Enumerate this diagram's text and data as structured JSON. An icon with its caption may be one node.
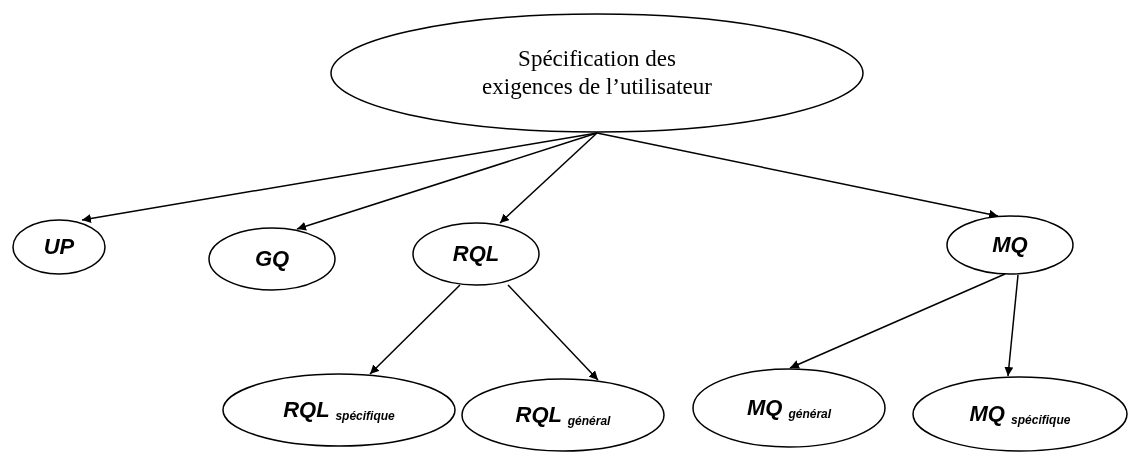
{
  "diagram": {
    "nodes": [
      {
        "text": [
          "Spécification des exigences de l’utilisateur"
        ]
      },
      {
        "text": [
          "UP"
        ]
      },
      {
        "text": [
          "GQ"
        ]
      },
      {
        "text": [
          "RQL"
        ]
      },
      {
        "text": [
          "MQ"
        ]
      },
      {
        "text": [
          "RQL $_{spécifique}$"
        ]
      },
      {
        "text": [
          "RQL $_{général}$"
        ]
      },
      {
        "text": [
          "MQ $_{général}$"
        ]
      },
      {
        "text": [
          "MQ $_{spécifique}$"
        ]
      }
    ],
    "edges": [
      {
        "from": 0,
        "to": 1,
        "arrow": "to"
      },
      {
        "from": 0,
        "to": 2,
        "arrow": "to"
      },
      {
        "from": 0,
        "to": 3,
        "arrow": "to"
      },
      {
        "from": 0,
        "to": 4,
        "arrow": "to"
      },
      {
        "from": 3,
        "to": 5,
        "arrow": "to"
      },
      {
        "from": 3,
        "to": 6,
        "arrow": "to"
      },
      {
        "from": 4,
        "to": 7,
        "arrow": "to"
      },
      {
        "from": 4,
        "to": 8,
        "arrow": "to"
      }
    ]
  }
}
